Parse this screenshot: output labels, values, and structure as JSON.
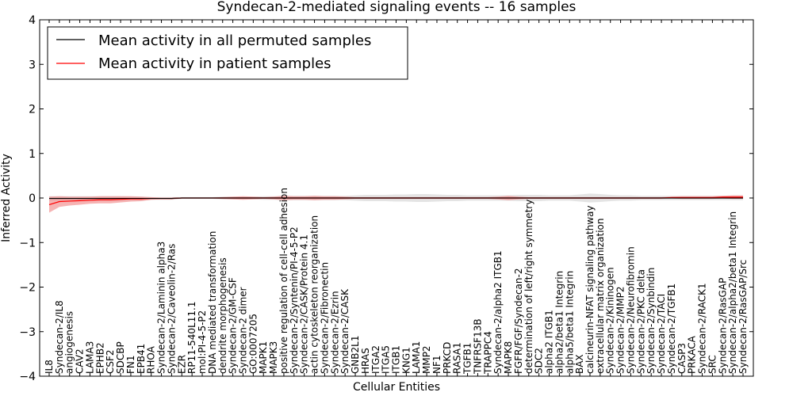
{
  "chart_data": {
    "type": "line",
    "title": "Syndecan-2-mediated signaling events -- 16 samples",
    "xlabel": "Cellular Entities",
    "ylabel": "Inferred Activity",
    "ylim": [
      -4,
      4
    ],
    "yticks": [
      "4",
      "3",
      "2",
      "1",
      "0",
      "−1",
      "−2",
      "−3",
      "−4"
    ],
    "legend_position": "top-left",
    "grid": false,
    "categories": [
      "IL8",
      "Syndecan-2/IL8",
      "angiogenesis",
      "CAV2",
      "LAMA3",
      "EPHB2",
      "CSF2",
      "SDCBP",
      "FN1",
      "EPB41",
      "RHOA",
      "Syndecan-2/Laminin alpha3",
      "Syndecan-2/Caveolin-2/Ras",
      "EZR",
      "RP11-540L11.1",
      "mol:PI-4-5-P2",
      "DNA mediated transformation",
      "dendrite morphogenesis",
      "Syndecan-2/GM-CSF",
      "Syndecan-2 dimer",
      "GO:0007205",
      "MAPK1",
      "MAPK3",
      "positive regulation of cell-cell adhesion",
      "Syndecan-2/Syntenin/PI-4-5-P2",
      "Syndecan-2/CASK/Protein 4.1",
      "actin cytoskeleton reorganization",
      "Syndecan-2/Fibronectin",
      "Syndecan-2/Ezrin",
      "Syndecan-2/CASK",
      "GNB2L1",
      "HRAS",
      "ITGA2",
      "ITGA5",
      "ITGB1",
      "KNG1",
      "LAMA1",
      "MMP2",
      "NF1",
      "PRKCD",
      "RASA1",
      "TGFB1",
      "TNFRSF13B",
      "TRAPPC4",
      "Syndecan-2/alpha2 ITGB1",
      "MAPK8",
      "FGFR/FGF/Syndecan-2",
      "determination of left/right symmetry",
      "SDC2",
      "alpha2 ITGB1",
      "alpha2/beta1 Integrin",
      "alpha5/beta1 Integrin",
      "BAX",
      "calcineurin-NFAT signaling pathway",
      "extracellular matrix organization",
      "Syndecan-2/Kininogen",
      "Syndecan-2/MMP2",
      "Syndecan-2/Neurofibromin",
      "Syndecan-2/PKC delta",
      "Syndecan-2/Synbindin",
      "Syndecan-2/TACI",
      "Syndecan-2/TGFB1",
      "CASP3",
      "PRKACA",
      "Syndecan-2/RACK1",
      "SRC",
      "Syndecan-2/RasGAP",
      "Syndecan-2/alpha2/beta1 Integrin",
      "Syndecan-2/RasGAP/Src"
    ],
    "series": [
      {
        "name": "Mean activity in all permuted samples",
        "color": "#000000",
        "band_color": "#b3b3b3",
        "values": [
          -0.01,
          -0.01,
          -0.01,
          -0.01,
          -0.01,
          -0.01,
          -0.01,
          -0.01,
          -0.01,
          -0.01,
          -0.01,
          -0.01,
          -0.01,
          0,
          0,
          0,
          0,
          0,
          0,
          0,
          0,
          0,
          0,
          0,
          0,
          0,
          0,
          0,
          0,
          0,
          0,
          0,
          0,
          0,
          0,
          0,
          0,
          0,
          0,
          0,
          0,
          0,
          0,
          0,
          0,
          0,
          0,
          0,
          0,
          0,
          0,
          0,
          0,
          0,
          0,
          0,
          0,
          0,
          0,
          0,
          0,
          0,
          0,
          0,
          0,
          0,
          0,
          0,
          0
        ],
        "band": [
          0.05,
          0.05,
          0.05,
          0.05,
          0.05,
          0.05,
          0.05,
          0.05,
          0.04,
          0.04,
          0.03,
          0.03,
          0.03,
          0.02,
          0.02,
          0.02,
          0.02,
          0.03,
          0.03,
          0.03,
          0.03,
          0.04,
          0.04,
          0.05,
          0.05,
          0.05,
          0.05,
          0.05,
          0.05,
          0.05,
          0.06,
          0.07,
          0.07,
          0.07,
          0.08,
          0.08,
          0.09,
          0.09,
          0.08,
          0.07,
          0.07,
          0.06,
          0.06,
          0.06,
          0.06,
          0.06,
          0.07,
          0.07,
          0.07,
          0.06,
          0.06,
          0.06,
          0.08,
          0.1,
          0.09,
          0.07,
          0.06,
          0.06,
          0.05,
          0.05,
          0.05,
          0.05,
          0.05,
          0.05,
          0.05,
          0.05,
          0.05,
          0.05,
          0.05
        ]
      },
      {
        "name": "Mean activity in patient samples",
        "color": "#ff0000",
        "band_color": "#f08080",
        "values": [
          -0.15,
          -0.08,
          -0.07,
          -0.06,
          -0.05,
          -0.04,
          -0.04,
          -0.03,
          -0.02,
          -0.02,
          -0.01,
          -0.01,
          -0.01,
          0,
          0,
          0,
          0,
          0,
          0,
          0,
          0,
          0,
          0,
          0,
          0,
          0,
          0,
          0,
          0,
          0,
          0,
          0,
          0,
          0,
          0,
          0,
          0,
          0,
          0,
          0,
          0,
          0,
          0,
          0,
          0,
          0,
          0,
          0,
          0,
          0,
          0,
          0,
          0,
          0,
          0,
          0,
          0,
          0,
          0,
          0,
          0,
          0.01,
          0.01,
          0.01,
          0.01,
          0.01,
          0.02,
          0.02,
          0.02
        ],
        "band": [
          0.18,
          0.12,
          0.1,
          0.09,
          0.08,
          0.08,
          0.08,
          0.07,
          0.06,
          0.05,
          0.03,
          0.02,
          0.02,
          0.01,
          0.01,
          0.01,
          0.01,
          0.02,
          0.03,
          0.04,
          0.03,
          0.02,
          0.03,
          0.05,
          0.04,
          0.04,
          0.05,
          0.04,
          0.04,
          0.03,
          0.02,
          0.02,
          0.02,
          0.02,
          0.02,
          0.02,
          0.02,
          0.02,
          0.02,
          0.02,
          0.02,
          0.02,
          0.02,
          0.02,
          0.03,
          0.05,
          0.03,
          0.02,
          0.02,
          0.02,
          0.02,
          0.02,
          0.02,
          0.02,
          0.02,
          0.02,
          0.02,
          0.02,
          0.02,
          0.02,
          0.02,
          0.02,
          0.03,
          0.03,
          0.03,
          0.03,
          0.03,
          0.04,
          0.04
        ]
      }
    ]
  }
}
